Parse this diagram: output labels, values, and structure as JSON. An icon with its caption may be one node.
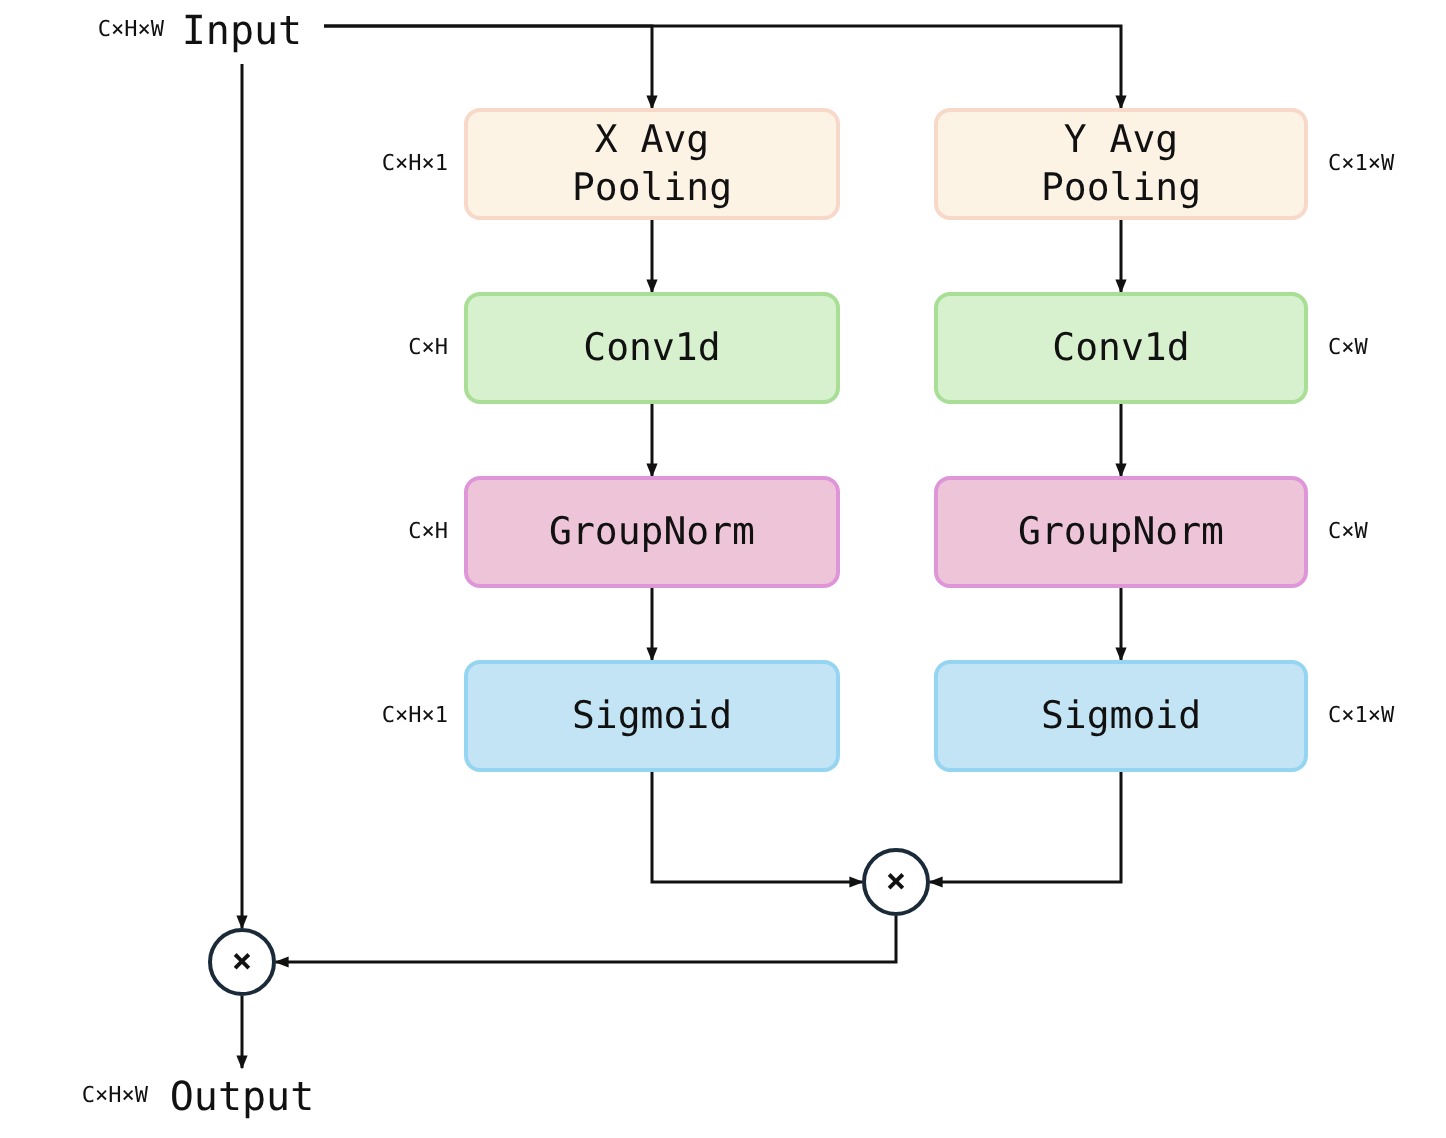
{
  "diagram": {
    "nodes": [
      {
        "text": [
          "Input"
        ],
        "beside": [
          "C×H×W"
        ]
      },
      {
        "text": [
          "X Avg Pooling"
        ],
        "beside": [
          "C×H×1"
        ]
      },
      {
        "text": [
          "Y Avg Pooling"
        ],
        "beside": [
          "C×1×W"
        ]
      },
      {
        "text": [
          "Conv1d"
        ],
        "beside": [
          "C×H"
        ]
      },
      {
        "text": [
          "Conv1d"
        ],
        "beside": [
          "C×W"
        ]
      },
      {
        "text": [
          "GroupNorm"
        ],
        "beside": [
          "C×H"
        ]
      },
      {
        "text": [
          "GroupNorm"
        ],
        "beside": [
          "C×W"
        ]
      },
      {
        "text": [
          "Sigmoid"
        ],
        "beside": [
          "C×H×1"
        ]
      },
      {
        "text": [
          "Sigmoid"
        ],
        "beside": [
          "C×1×W"
        ]
      },
      {
        "text": [
          "×"
        ]
      },
      {
        "text": [
          "×"
        ]
      },
      {
        "text": [
          "Output"
        ],
        "beside": [
          "C×H×W"
        ]
      }
    ],
    "edges": [
      {
        "from": 0,
        "to": 1,
        "arrow": "to"
      },
      {
        "from": 0,
        "to": 2,
        "arrow": "to"
      },
      {
        "from": 0,
        "to": 10,
        "arrow": "to"
      },
      {
        "from": 1,
        "to": 3,
        "arrow": "to"
      },
      {
        "from": 2,
        "to": 4,
        "arrow": "to"
      },
      {
        "from": 3,
        "to": 5,
        "arrow": "to"
      },
      {
        "from": 4,
        "to": 6,
        "arrow": "to"
      },
      {
        "from": 5,
        "to": 7,
        "arrow": "to"
      },
      {
        "from": 6,
        "to": 8,
        "arrow": "to"
      },
      {
        "from": 7,
        "to": 9,
        "arrow": "to"
      },
      {
        "from": 8,
        "to": 9,
        "arrow": "to"
      },
      {
        "from": 9,
        "to": 10,
        "arrow": "to"
      },
      {
        "from": 10,
        "to": 11,
        "arrow": "to"
      }
    ]
  }
}
